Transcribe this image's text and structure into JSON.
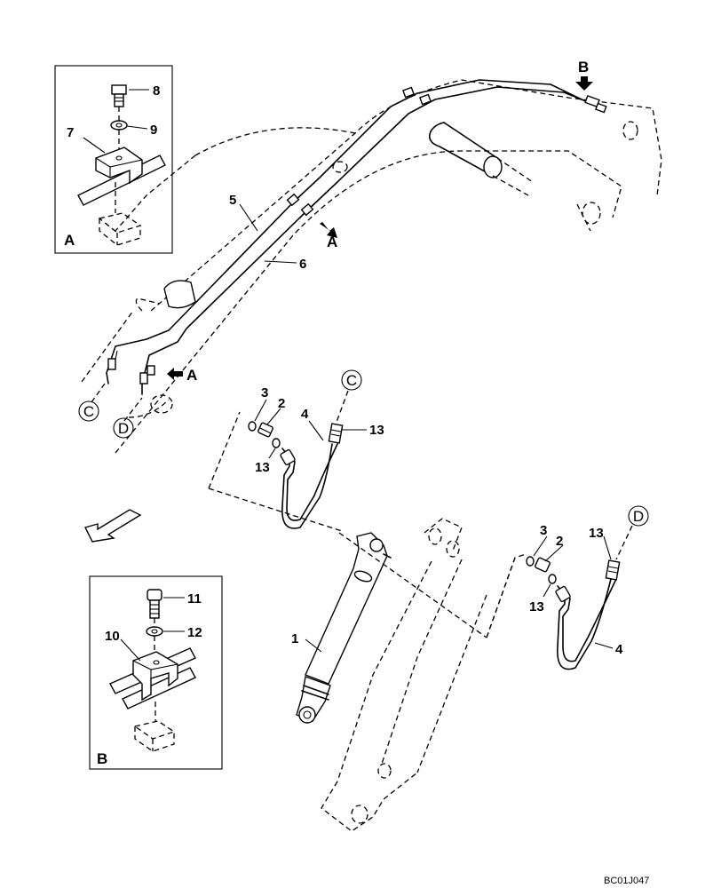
{
  "drawing_number": "BC01J047",
  "callouts": {
    "p1": "1",
    "p2a": "2",
    "p2b": "2",
    "p3a": "3",
    "p3b": "3",
    "p4a": "4",
    "p4b": "4",
    "p5": "5",
    "p6": "6",
    "p7": "7",
    "p8": "8",
    "p9": "9",
    "p10": "10",
    "p11": "11",
    "p12": "12",
    "p13a": "13",
    "p13b": "13",
    "p13c": "13",
    "p13d": "13"
  },
  "connection_labels": {
    "c1": "C",
    "c2": "C",
    "d1": "D",
    "d2": "D"
  },
  "view_labels": {
    "a_box": "A",
    "b_box": "B",
    "a_arrow1": "A",
    "a_arrow2": "A",
    "b_arrow": "B"
  }
}
